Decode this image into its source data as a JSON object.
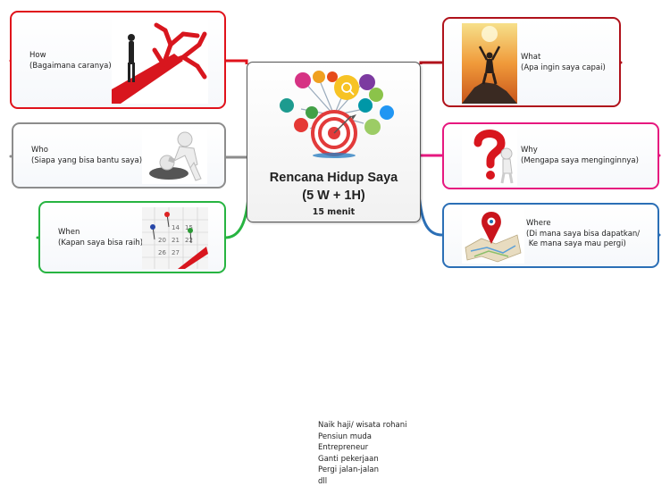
{
  "center": {
    "title_line1": "Rencana Hidup Saya",
    "title_line2": "(5 W + 1H)",
    "duration": "15 menit"
  },
  "branches": {
    "how": {
      "label": "How",
      "desc": "(Bagaimana caranya)",
      "color": "#e0121b"
    },
    "who": {
      "label": "Who",
      "desc": "(Siapa yang bisa bantu saya)",
      "color": "#8c8c8c"
    },
    "when": {
      "label": "When",
      "desc": "(Kapan saya bisa raih)",
      "color": "#27b441"
    },
    "what": {
      "label": "What",
      "desc": "(Apa ingin saya capai)",
      "color": "#b0121b"
    },
    "why": {
      "label": "Why",
      "desc": "(Mengapa saya menginginnya)",
      "color": "#e6187f"
    },
    "where": {
      "label": "Where",
      "desc1": "(Di mana saya bisa dapatkan/",
      "desc2": " Ke mana saya mau pergi)",
      "color": "#2b6fb6"
    }
  },
  "note": {
    "lines": [
      "Naik haji/ wisata rohani",
      "Pensiun muda",
      "Entrepreneur",
      "Ganti pekerjaan",
      "Pergi jalan-jalan",
      "dll"
    ]
  }
}
